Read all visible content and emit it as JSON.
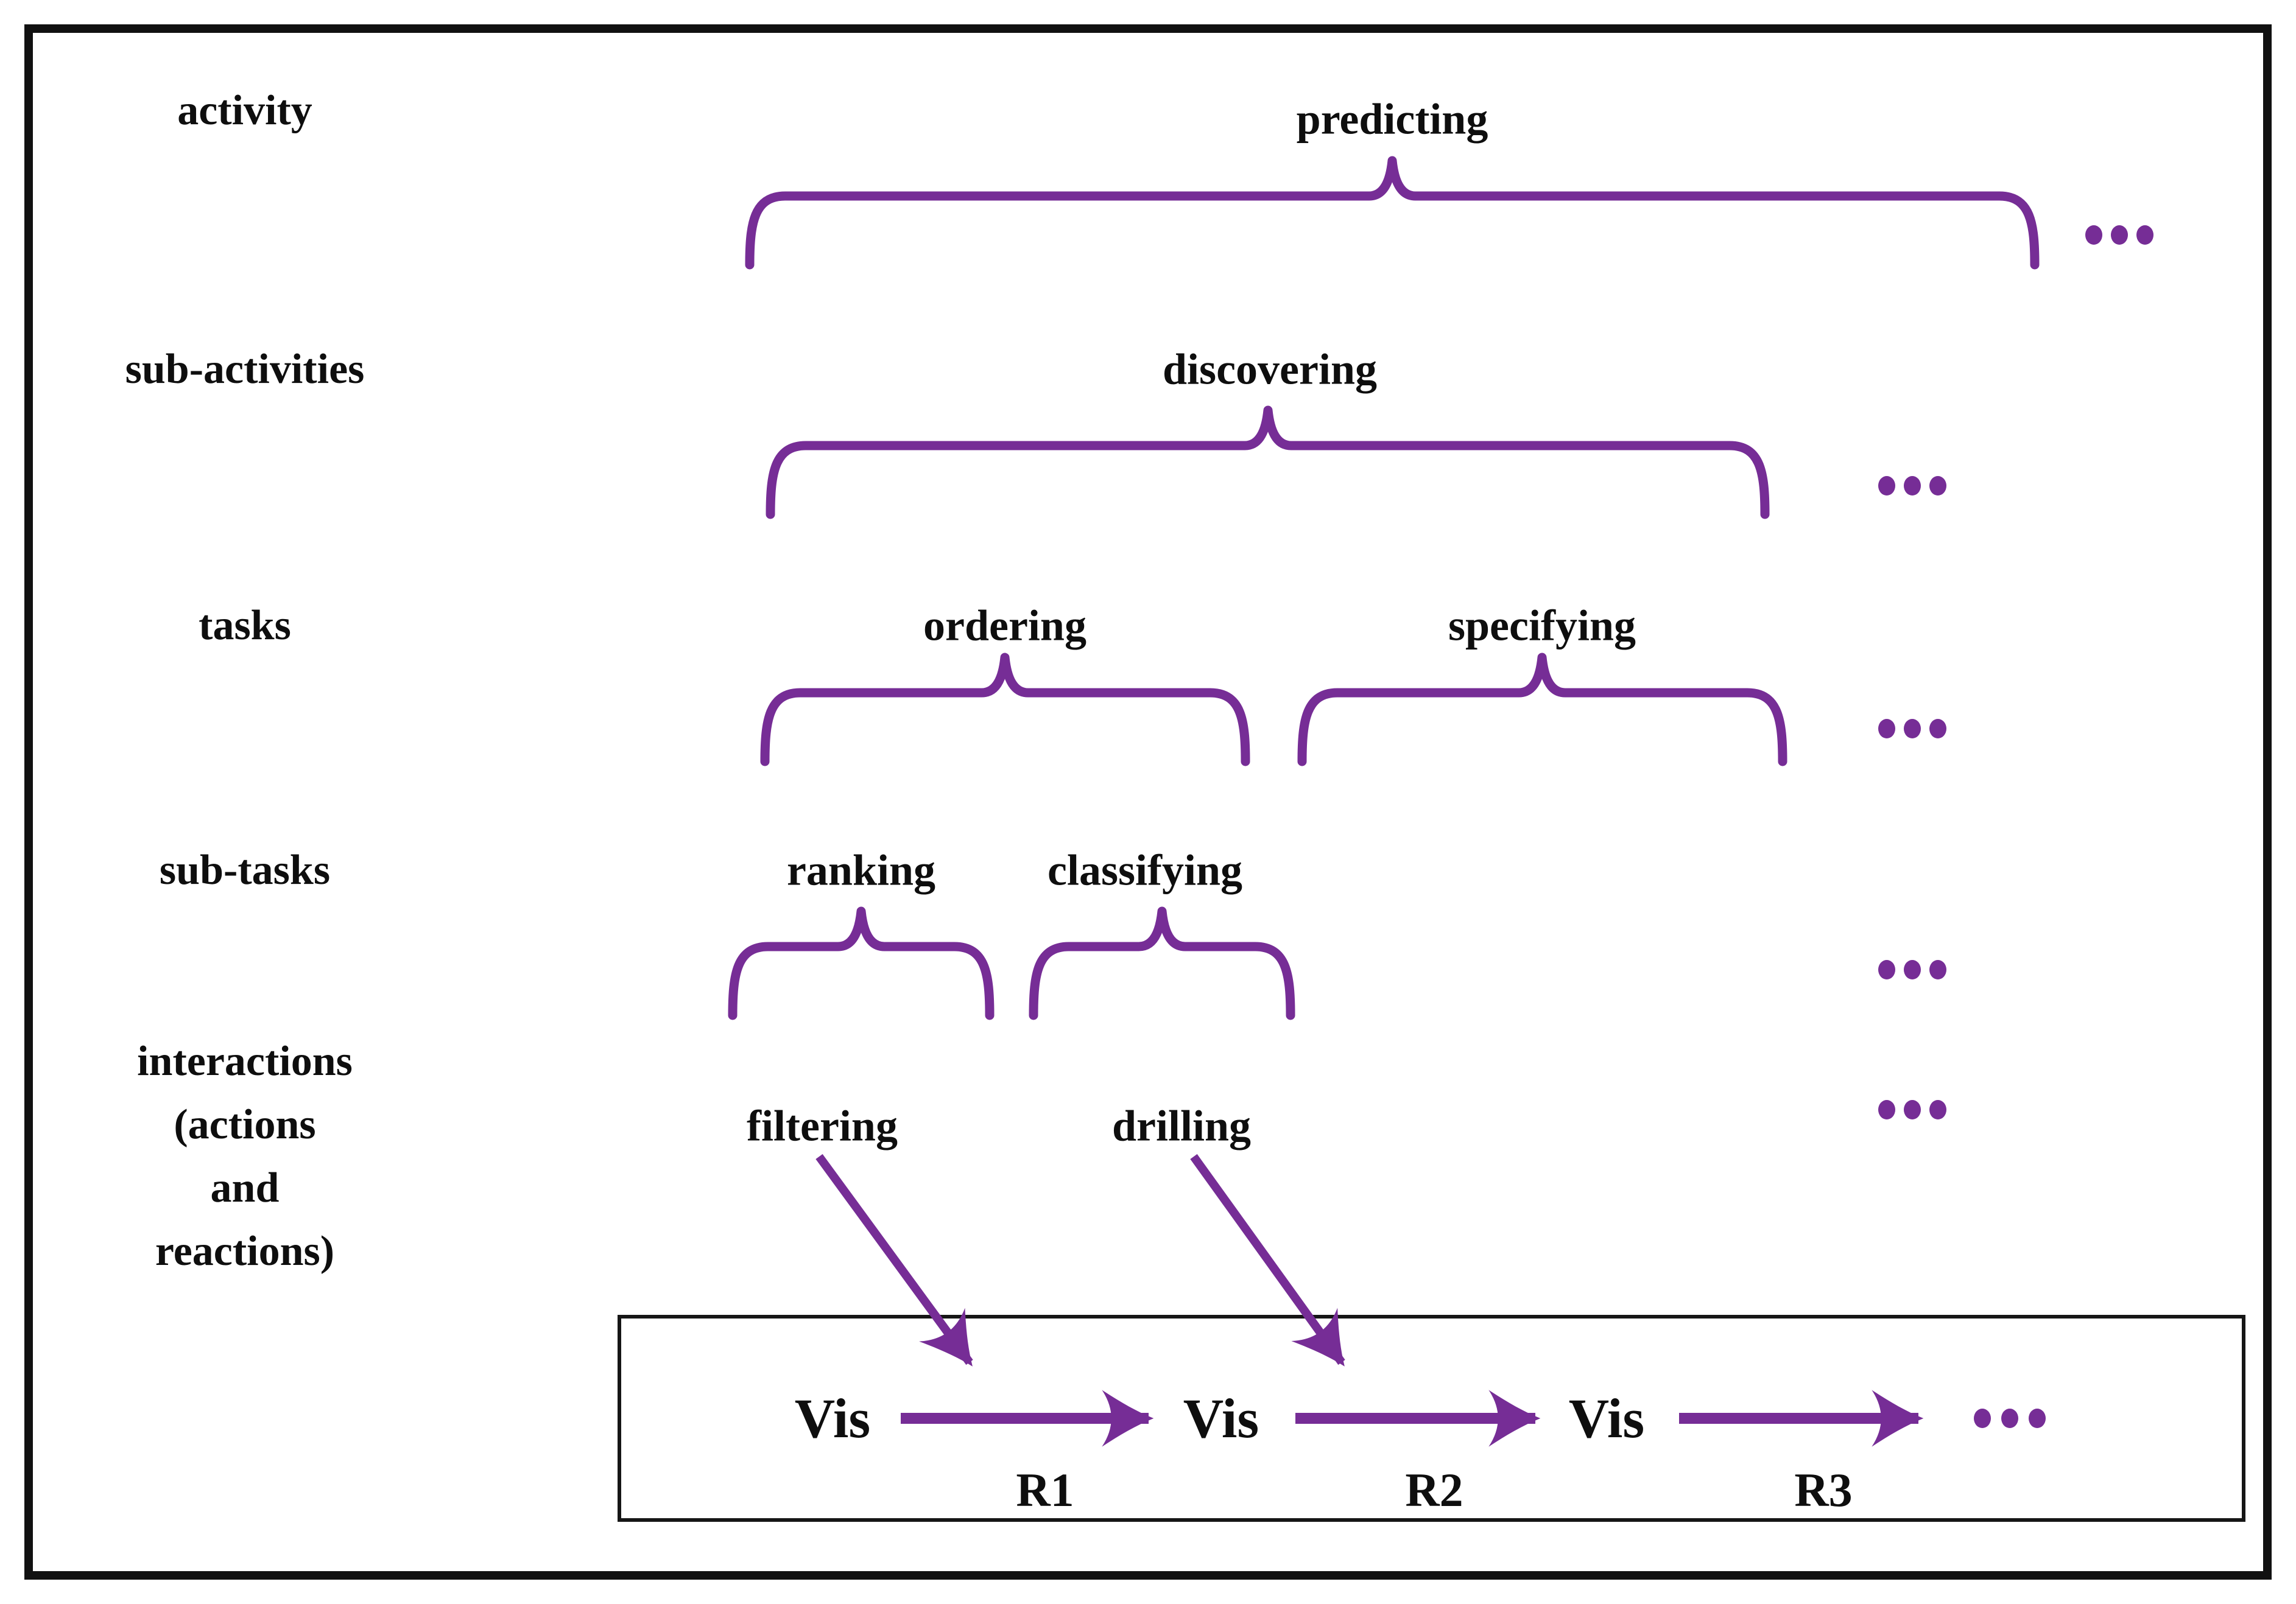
{
  "colors": {
    "accent_purple": "#762d96",
    "ink": "#0e0e0e",
    "frame": "#111111"
  },
  "hierarchy_rows": [
    {
      "label": "activity",
      "terms": [
        "predicting"
      ]
    },
    {
      "label": "sub-activities",
      "terms": [
        "discovering"
      ]
    },
    {
      "label": "tasks",
      "terms": [
        "ordering",
        "specifying"
      ]
    },
    {
      "label": "sub-tasks",
      "terms": [
        "ranking",
        "classifying"
      ]
    },
    {
      "label_lines": [
        "interactions",
        "(actions",
        "and",
        "reactions)"
      ],
      "terms": [
        "filtering",
        "drilling"
      ]
    }
  ],
  "sequence_box": {
    "nodes": [
      "Vis",
      "Vis",
      "Vis"
    ],
    "relations": [
      "R1",
      "R2",
      "R3"
    ],
    "continuation": "..."
  },
  "continuation_mark": "..."
}
